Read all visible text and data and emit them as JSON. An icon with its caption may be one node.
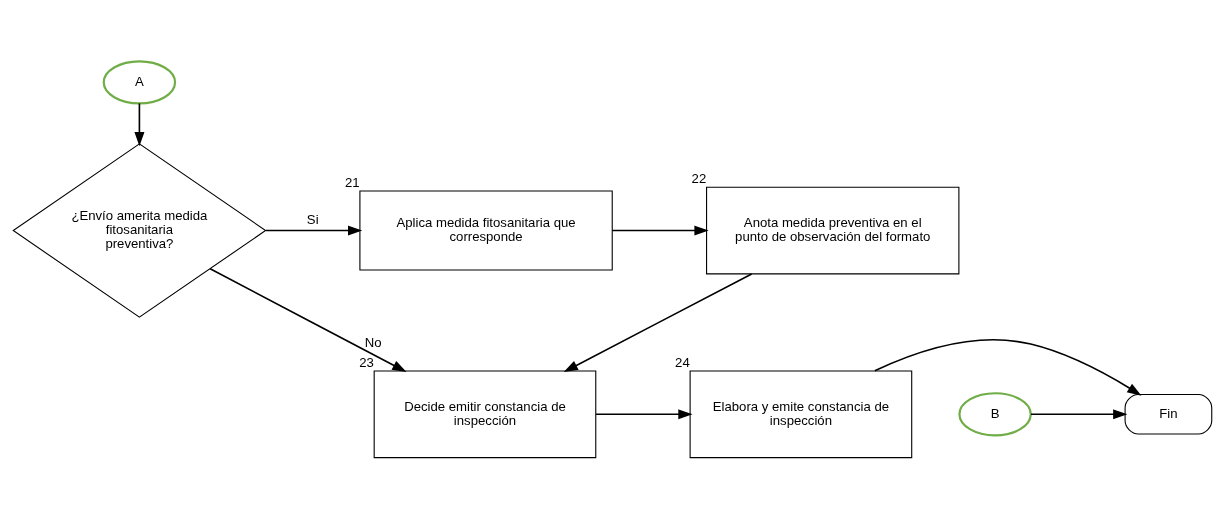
{
  "diagram": {
    "nodes": [
      {
        "text": [
          "A"
        ]
      },
      {
        "text": [
          "¿Envío amerita medida fitosanitaria preventiva?"
        ]
      },
      {
        "text": [
          "Aplica medida fitosanitaria que corresponde"
        ],
        "beside": [
          "21"
        ]
      },
      {
        "text": [
          "Anota medida preventiva en el punto de observación del formato"
        ],
        "beside": [
          "22"
        ]
      },
      {
        "text": [
          "B"
        ]
      },
      {
        "text": [
          "Decide emitir constancia de inspección"
        ],
        "beside": [
          "23"
        ]
      },
      {
        "text": [
          "Elabora y emite constancia de inspección"
        ],
        "beside": [
          "24"
        ]
      },
      {
        "text": [
          "Fin"
        ]
      }
    ],
    "edges": [
      {
        "from": 0,
        "to": 1,
        "arrow": "to"
      },
      {
        "from": 1,
        "to": 2,
        "arrow": "to",
        "label": "Si"
      },
      {
        "from": 2,
        "to": 3,
        "arrow": "to"
      },
      {
        "from": 3,
        "to": 5,
        "arrow": "to"
      },
      {
        "from": 1,
        "to": 5,
        "arrow": "to",
        "label": "No"
      },
      {
        "from": 5,
        "to": 6,
        "arrow": "to"
      },
      {
        "from": 6,
        "to": 7,
        "arrow": "to"
      },
      {
        "from": 4,
        "to": 7,
        "arrow": "to"
      }
    ]
  }
}
